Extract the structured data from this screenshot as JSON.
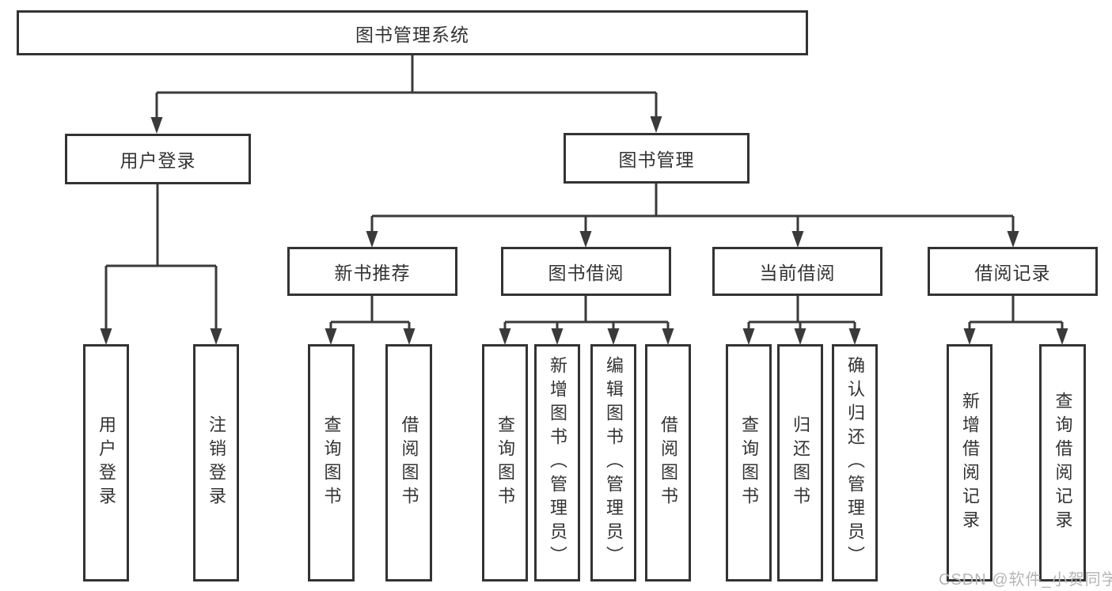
{
  "title": "图书管理系统",
  "nodes": {
    "root": "图书管理系统",
    "l2": [
      {
        "label": "用户登录",
        "leaves": [
          "用户登录",
          "注销登录"
        ]
      },
      {
        "label": "图书管理"
      }
    ],
    "l3": [
      {
        "label": "新书推荐",
        "leaves": [
          "查询图书",
          "借阅图书"
        ]
      },
      {
        "label": "图书借阅",
        "leaves": [
          "查询图书",
          "新增图书（管理员）",
          "编辑图书（管理员）",
          "借阅图书"
        ]
      },
      {
        "label": "当前借阅",
        "leaves": [
          "查询图书",
          "归还图书",
          "确认归还（管理员）"
        ]
      },
      {
        "label": "借阅记录",
        "leaves": [
          "新增借阅记录",
          "查询借阅记录"
        ]
      }
    ]
  },
  "watermark": {
    "text": "CSDN @软件_小贺同学"
  },
  "colors": {
    "line": "#3a3a3a",
    "box_border": "#333333",
    "text": "#333333",
    "watermark": "#b5b5b5",
    "background": "#ffffff"
  }
}
